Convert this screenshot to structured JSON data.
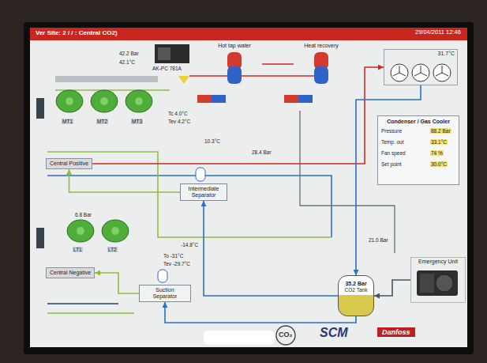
{
  "diagram": {
    "title": "Ver Site: 2 / / : Central CO2)",
    "nodes": [
      {
        "text": [
          "Central Positive"
        ]
      },
      {
        "text": [
          "Central Negative"
        ]
      },
      {
        "text": [
          "Condenser / Gas Cooler"
        ]
      },
      {
        "text": [
          "31.7°C"
        ]
      },
      {
        "text": [
          "Hot tap water"
        ]
      },
      {
        "text": [
          "Heat recovery"
        ]
      },
      {
        "text": [
          "Intermediate Separator"
        ]
      },
      {
        "text": [
          "35.2 Bar",
          "CO2 Tank"
        ]
      },
      {
        "text": [
          "Emergency Unit"
        ]
      },
      {
        "text": [
          "Suction Separator"
        ]
      }
    ],
    "edges": [
      {
        "from": 0,
        "to": 3,
        "arrow": "to"
      },
      {
        "from": 3,
        "to": 7,
        "arrow": "to"
      },
      {
        "from": 7,
        "to": 6,
        "arrow": "to"
      },
      {
        "from": 6,
        "to": 0,
        "arrow": "to"
      },
      {
        "from": 7,
        "to": 9,
        "arrow": "to"
      },
      {
        "from": 9,
        "to": 1,
        "arrow": "to"
      },
      {
        "from": 4,
        "to": 5,
        "arrow": "none"
      },
      {
        "from": 8,
        "to": 7,
        "arrow": "to"
      }
    ],
    "labels": [
      "29/04/2011 12:46",
      "AK-PC 781A",
      "42.2 Bar",
      "42.1°C",
      "MT1",
      "MT2",
      "MT3",
      "Tc 4.0°C",
      "Tev 4.2°C",
      "10.3°C",
      "28.4 Bar",
      "LT1",
      "LT2",
      "To -31°C",
      "Tev -29.7°C",
      "-14.8°C",
      "Pressure",
      "88.2 Bar",
      "Temp. out",
      "33.1°C",
      "Fan speed",
      "74 %",
      "Set point",
      "30.0°C",
      "CO₂",
      "SCM",
      "Danfoss",
      "6.8 Bar",
      "21.0 Bar"
    ]
  }
}
